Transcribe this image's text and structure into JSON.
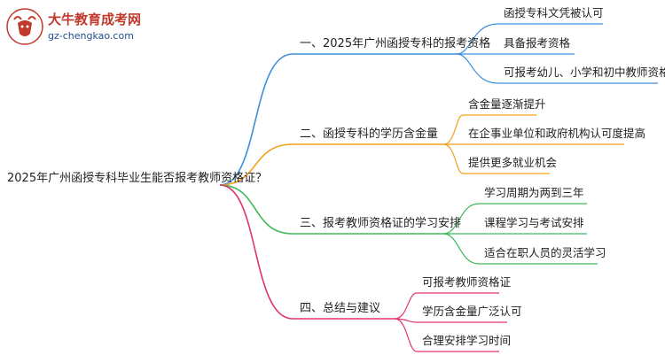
{
  "brand": {
    "name": "大牛教育成考网",
    "url": "gz-chengkao.com",
    "logo_icon": "ox-head-logo-icon",
    "logo_color": "#c0392b"
  },
  "mindmap": {
    "root": "2025年广州函授专科毕业生能否报考教师资格证？",
    "branches": [
      {
        "label": "一、2025年广州函授专科的报考资格",
        "color": "#3b8fdc",
        "leaves": [
          "函授专科文凭被认可",
          "具备报考资格",
          "可报考幼儿、小学和初中教师资格证"
        ]
      },
      {
        "label": "二、函授专科的学历含金量",
        "color": "#f2a21b",
        "leaves": [
          "含金量逐渐提升",
          "在企事业单位和政府机构认可度提高",
          "提供更多就业机会"
        ]
      },
      {
        "label": "三、报考教师资格证的学习安排",
        "color": "#3dbb5c",
        "leaves": [
          "学习周期为两到三年",
          "课程学习与考试安排",
          "适合在职人员的灵活学习"
        ]
      },
      {
        "label": "四、总结与建议",
        "color": "#e0336c",
        "leaves": [
          "可报考教师资格证",
          "学历含金量广泛认可",
          "合理安排学习时间"
        ]
      }
    ]
  }
}
